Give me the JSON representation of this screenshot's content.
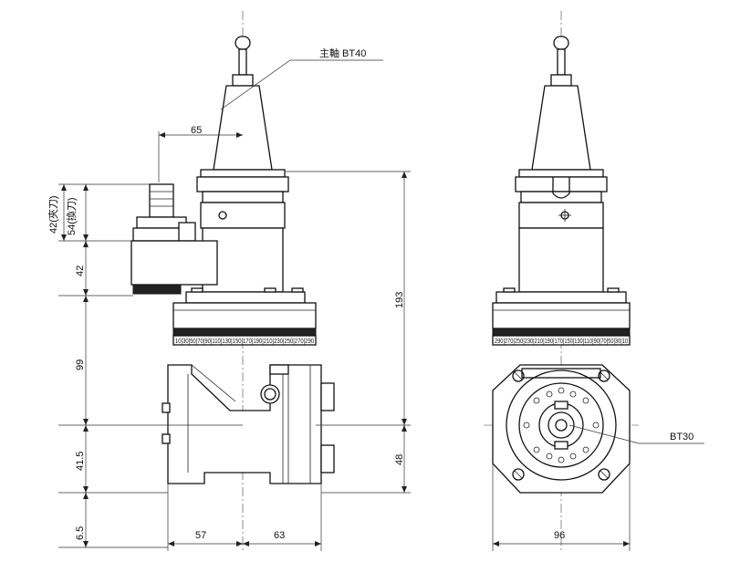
{
  "labels": {
    "spindle": "主軸 BT40",
    "collet": "BT30"
  },
  "dimensions": {
    "d65": "65",
    "d193": "193",
    "d42_clamp": "42(夾刀)",
    "d54_change": "54(換刀)",
    "d42": "42",
    "d99": "99",
    "d41_5": "41.5",
    "d48": "48",
    "d6_5": "6.5",
    "d57": "57",
    "d63": "63",
    "d96": "96"
  },
  "scale_ring": {
    "left": "10|30|50|70|90|110|130|150|170|190|210|230|250|270|290",
    "right": "290|270|250|230|210|190|170|150|130|110|90|70|50|30|10"
  }
}
